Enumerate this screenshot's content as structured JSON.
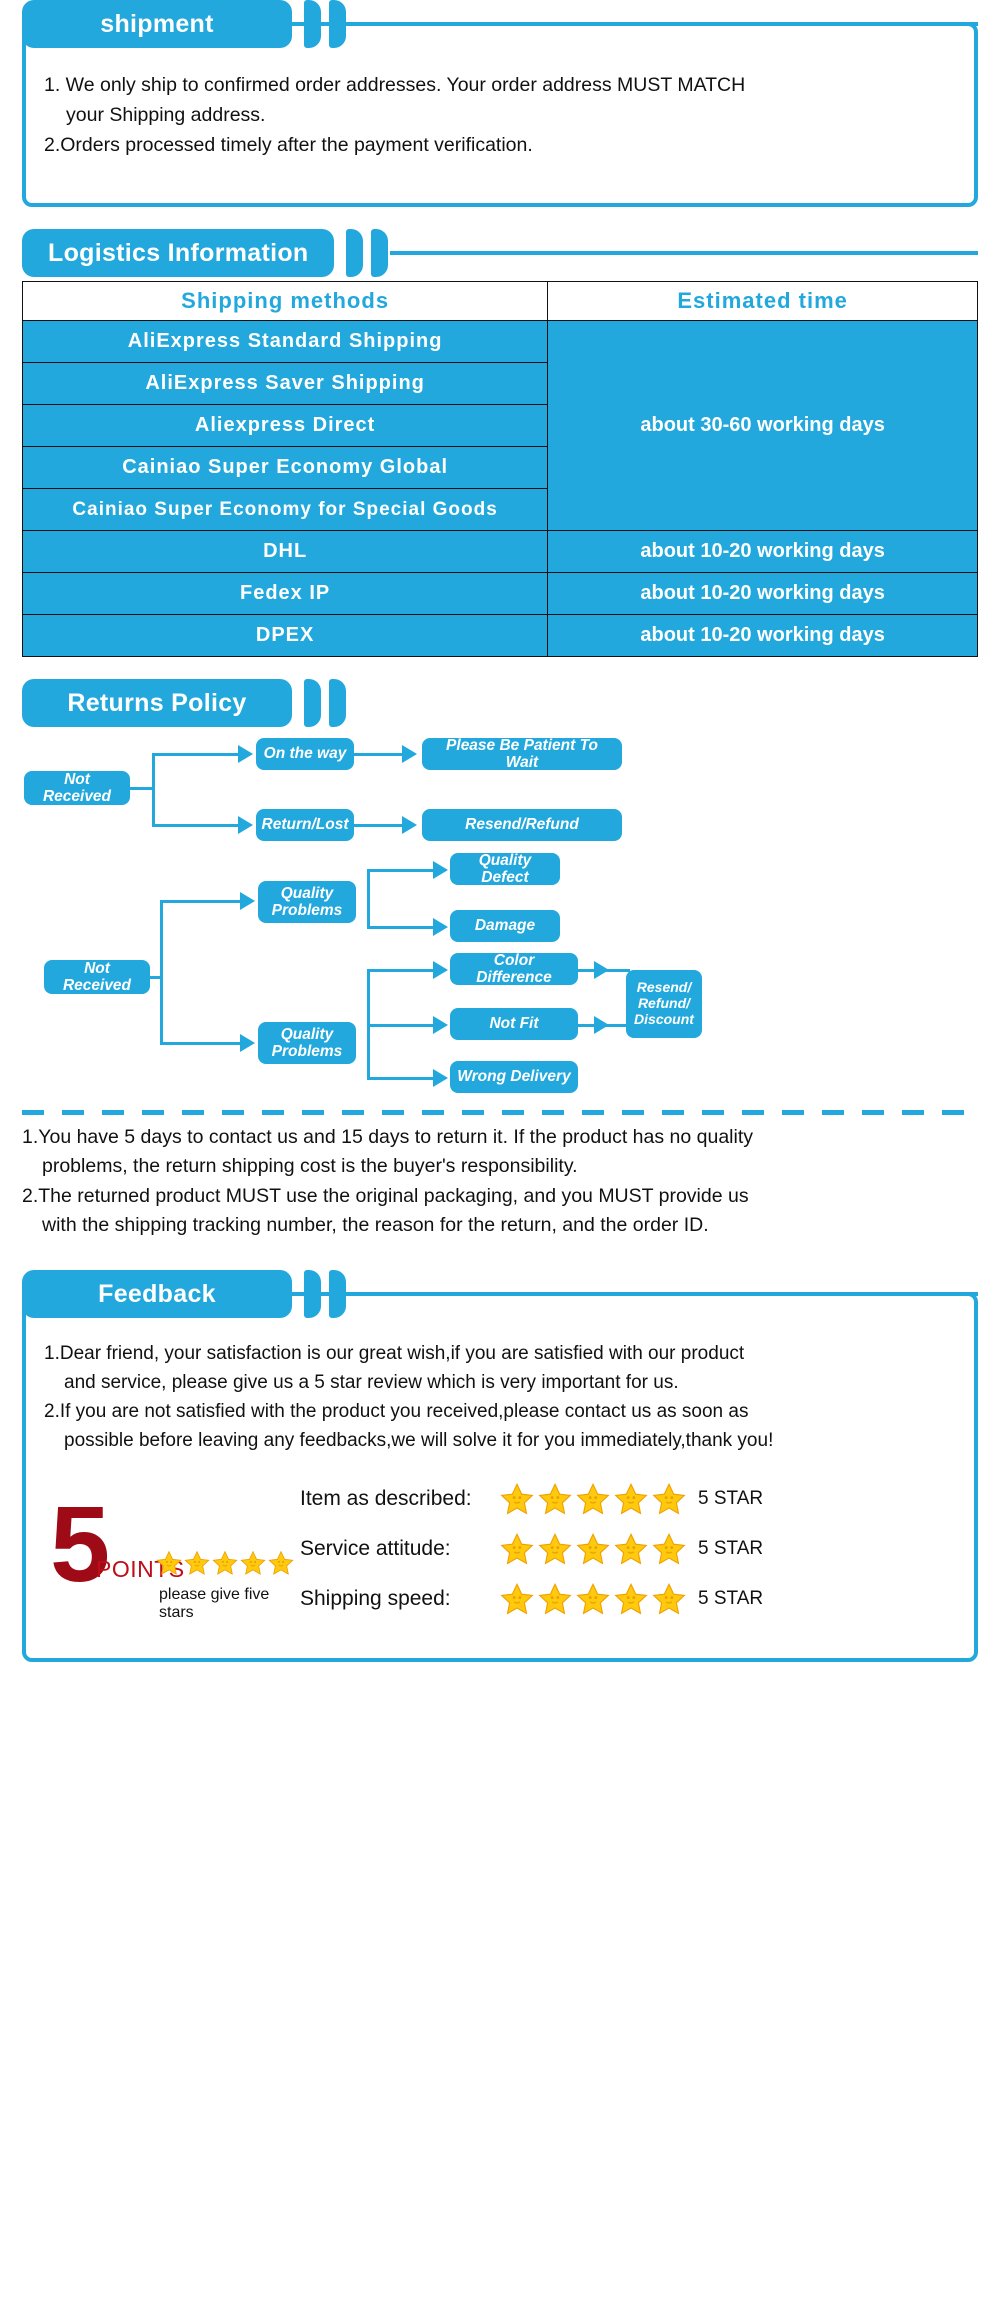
{
  "colors": {
    "accent": "#22a8dd",
    "star": "#ffc90e",
    "star_edge": "#f0a000",
    "logo_red": "#9e0a16"
  },
  "shipment": {
    "title": "shipment",
    "lines": [
      "1. We only ship to confirmed order addresses. Your order address MUST MATCH",
      "your Shipping address.",
      "2.Orders processed timely after the payment verification."
    ]
  },
  "logistics": {
    "title": "Logistics Information",
    "headers": [
      "Shipping  methods",
      "Estimated  time"
    ],
    "rows": [
      {
        "method": "AliExpress  Standard  Shipping",
        "time": "about 30-60 working days",
        "group": "a"
      },
      {
        "method": "AliExpress  Saver  Shipping",
        "time": "",
        "group": "a"
      },
      {
        "method": "Aliexpress  Direct",
        "time": "",
        "group": "a"
      },
      {
        "method": "Cainiao  Super  Economy  Global",
        "time": "",
        "group": "a"
      },
      {
        "method": "Cainiao  Super  Economy  for Special  Goods",
        "time": "",
        "group": "a"
      },
      {
        "method": "DHL",
        "time": "about 10-20 working days",
        "group": "b"
      },
      {
        "method": "Fedex  IP",
        "time": "about 10-20 working days",
        "group": "b"
      },
      {
        "method": "DPEX",
        "time": "about 10-20 working days",
        "group": "b"
      }
    ],
    "group_a_time": "about 30-60 working days"
  },
  "returns": {
    "title": "Returns Policy",
    "flow1": {
      "source": "Not Received",
      "branches": [
        {
          "mid": "On the way",
          "result": "Please Be Patient To Wait"
        },
        {
          "mid": "Return/Lost",
          "result": "Resend/Refund"
        }
      ]
    },
    "flow2": {
      "source": "Not Received",
      "mid_top": "Quality Problems",
      "mid_bottom": "Quality Problems",
      "top_results": [
        "Quality Defect",
        "Damage"
      ],
      "bottom_results": [
        "Color Difference",
        "Not Fit",
        "Wrong Delivery"
      ],
      "final": "Resend/ Refund/ Discount"
    },
    "notes": [
      "1.You have 5 days to contact us and 15 days to return it. If the product has no quality",
      "problems, the return shipping cost is the buyer's responsibility.",
      "2.The returned product MUST use the original packaging, and you MUST provide us",
      "with the shipping tracking number, the reason for the return, and the order ID."
    ]
  },
  "feedback": {
    "title": "Feedback",
    "lines": [
      "1.Dear friend, your satisfaction is our great wish,if you are satisfied with our product",
      "and service, please give us a 5 star review which is very important for us.",
      "2.If you are not satisfied with the product you received,please contact us as soon as",
      "possible before leaving any feedbacks,we will solve it for you immediately,thank you!"
    ],
    "logo": {
      "number": "5",
      "points": "POINTS",
      "caption": "please give five stars",
      "star_count": 5
    },
    "ratings": [
      {
        "label": "Item as described:",
        "stars": 5,
        "value": "5 STAR"
      },
      {
        "label": "Service attitude:",
        "stars": 5,
        "value": "5 STAR"
      },
      {
        "label": "Shipping speed:",
        "stars": 5,
        "value": "5 STAR"
      }
    ]
  }
}
